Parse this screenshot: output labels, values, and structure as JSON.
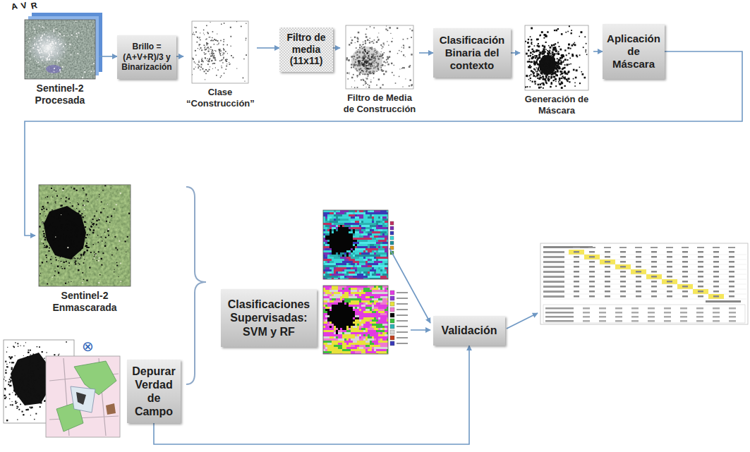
{
  "diagram": {
    "nodes": [
      {
        "text": [
          "Sentinel-2 Procesada"
        ]
      },
      {
        "text": [
          "Brillo =(A+V+R)/3 y Binarización"
        ]
      },
      {
        "text": [
          "Clase “Construcción”"
        ]
      },
      {
        "text": [
          "Filtro de media (11x11)"
        ]
      },
      {
        "text": [
          "Filtro de Media de Construcción"
        ]
      },
      {
        "text": [
          "Clasificación Binaria del contexto"
        ]
      },
      {
        "text": [
          "Generación de Máscara"
        ]
      },
      {
        "text": [
          "Aplicación de Máscara"
        ]
      },
      {
        "text": [
          "Sentinel-2 Enmascarada"
        ]
      },
      {
        "text": [
          "Depurar Verdad de Campo"
        ]
      },
      {
        "text": [
          "Clasificaciones Supervisadas: SVM y RF"
        ]
      },
      {
        "text": [
          "Validación"
        ]
      }
    ],
    "edges": [
      {
        "from": 0,
        "to": 1,
        "arrow": "to"
      },
      {
        "from": 1,
        "to": 2,
        "arrow": "to"
      },
      {
        "from": 2,
        "to": 3,
        "arrow": "to"
      },
      {
        "from": 3,
        "to": 4,
        "arrow": "to"
      },
      {
        "from": 4,
        "to": 5,
        "arrow": "to"
      },
      {
        "from": 5,
        "to": 6,
        "arrow": "to"
      },
      {
        "from": 6,
        "to": 7,
        "arrow": "to"
      },
      {
        "from": 7,
        "to": 8,
        "arrow": "to"
      },
      {
        "from": 9,
        "to": 11,
        "arrow": "to"
      }
    ],
    "labels": [
      "A",
      "V",
      "R",
      "⊗"
    ]
  }
}
